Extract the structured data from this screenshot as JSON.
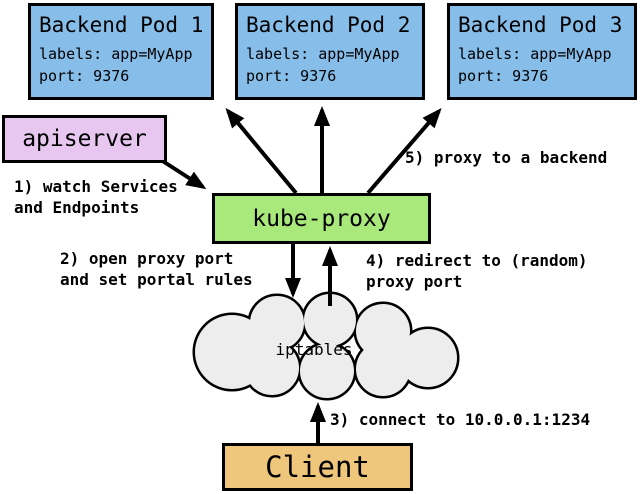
{
  "pods": [
    {
      "title": "Backend Pod 1",
      "labels_line": "labels: app=MyApp",
      "port_line": "port: 9376"
    },
    {
      "title": "Backend Pod 2",
      "labels_line": "labels: app=MyApp",
      "port_line": "port: 9376"
    },
    {
      "title": "Backend Pod 3",
      "labels_line": "labels: app=MyApp",
      "port_line": "port: 9376"
    }
  ],
  "nodes": {
    "apiserver": "apiserver",
    "kube_proxy": "kube-proxy",
    "iptables": "iptables",
    "client": "Client"
  },
  "annotations": {
    "step1": "1) watch Services\nand Endpoints",
    "step2": "2) open proxy port\nand set portal rules",
    "step3": "3) connect to 10.0.0.1:1234",
    "step4": "4) redirect to (random)\nproxy port",
    "step5": "5) proxy to a backend"
  },
  "colors": {
    "pod_fill": "#87bde9",
    "apiserver_fill": "#e7c6f0",
    "kube_proxy_fill": "#a9e87b",
    "client_fill": "#eec77c",
    "cloud_fill": "#ededed",
    "outline": "#000000",
    "background": "#ffffff"
  }
}
